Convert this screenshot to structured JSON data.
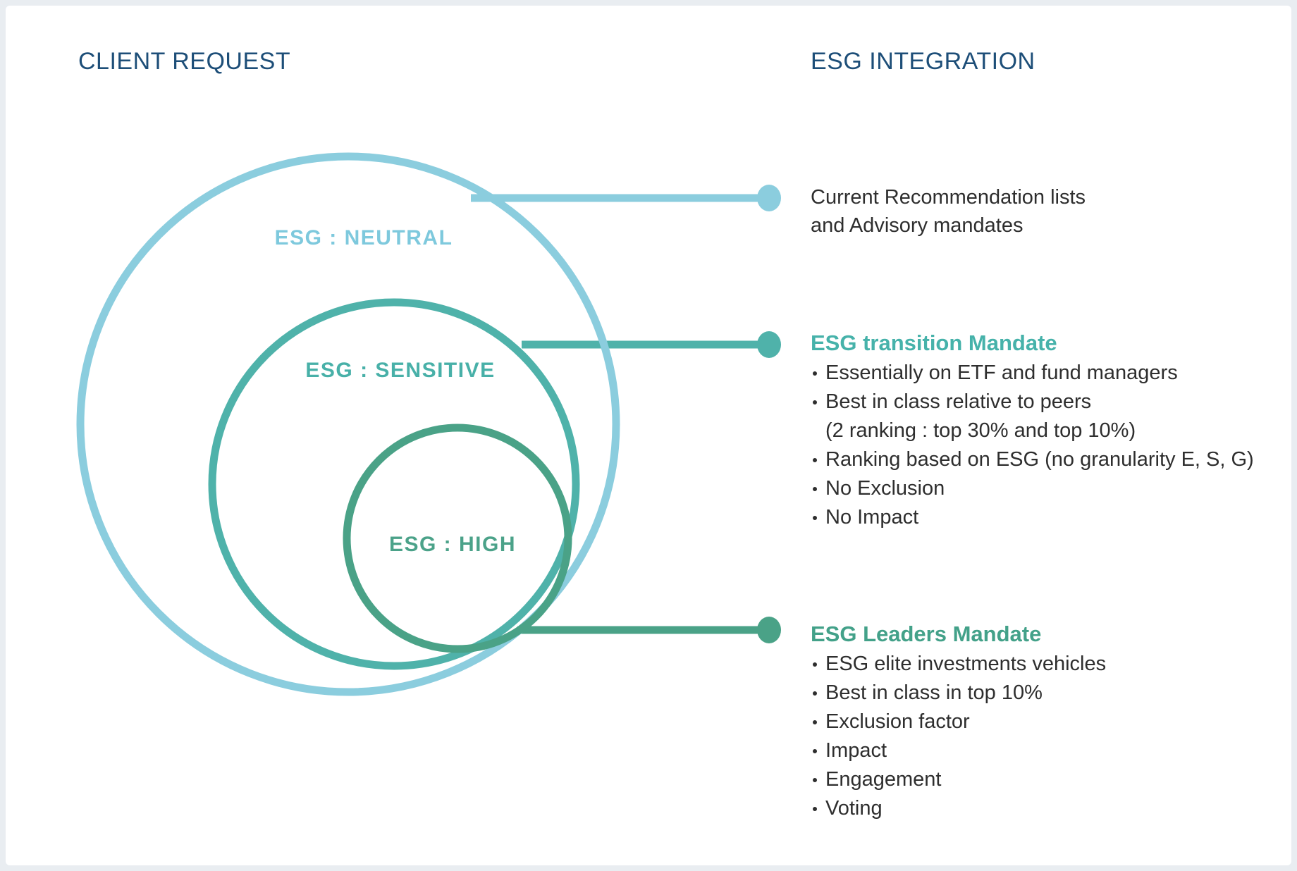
{
  "colors": {
    "page_background": "#e9edf1",
    "card_background": "#ffffff",
    "title_navy": "#1d4e78",
    "body_text": "#2e2e2e",
    "light_blue": "#8bcdde",
    "teal": "#4fb2aa",
    "green": "#4aa287",
    "heading_teal": "#46b2aa",
    "heading_green": "#43a189"
  },
  "left_panel": {
    "title": "CLIENT REQUEST"
  },
  "right_panel": {
    "title": "ESG INTEGRATION"
  },
  "venn": {
    "circles": [
      {
        "label": "ESG : NEUTRAL",
        "color": "#8bcdde",
        "label_color": "#7ec9dd"
      },
      {
        "label": "ESG : SENSITIVE",
        "color": "#4fb2aa",
        "label_color": "#48b0a8"
      },
      {
        "label": "ESG : HIGH",
        "color": "#4aa287",
        "label_color": "#4ba289"
      }
    ]
  },
  "callouts": [
    {
      "lines": [
        "Current Recommendation lists",
        "and Advisory mandates"
      ]
    },
    {
      "heading": "ESG transition Mandate",
      "bullets": [
        "Essentially on ETF and fund managers",
        "Best in class relative to peers\n(2 ranking : top 30% and top 10%)",
        "Ranking based on ESG (no granularity E, S, G)",
        "No Exclusion",
        "No Impact"
      ]
    },
    {
      "heading": "ESG Leaders Mandate",
      "bullets": [
        "ESG elite investments vehicles",
        "Best in class in top 10%",
        "Exclusion factor",
        "Impact",
        "Engagement",
        "Voting"
      ]
    }
  ]
}
